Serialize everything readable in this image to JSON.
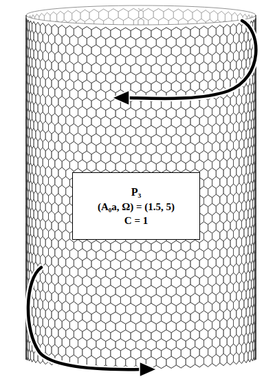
{
  "diagram": {
    "nodes": [
      {
        "text": [
          "P₃",
          "(A₀a, Ω) = (1.5, 5)",
          "C = 1"
        ]
      }
    ]
  }
}
